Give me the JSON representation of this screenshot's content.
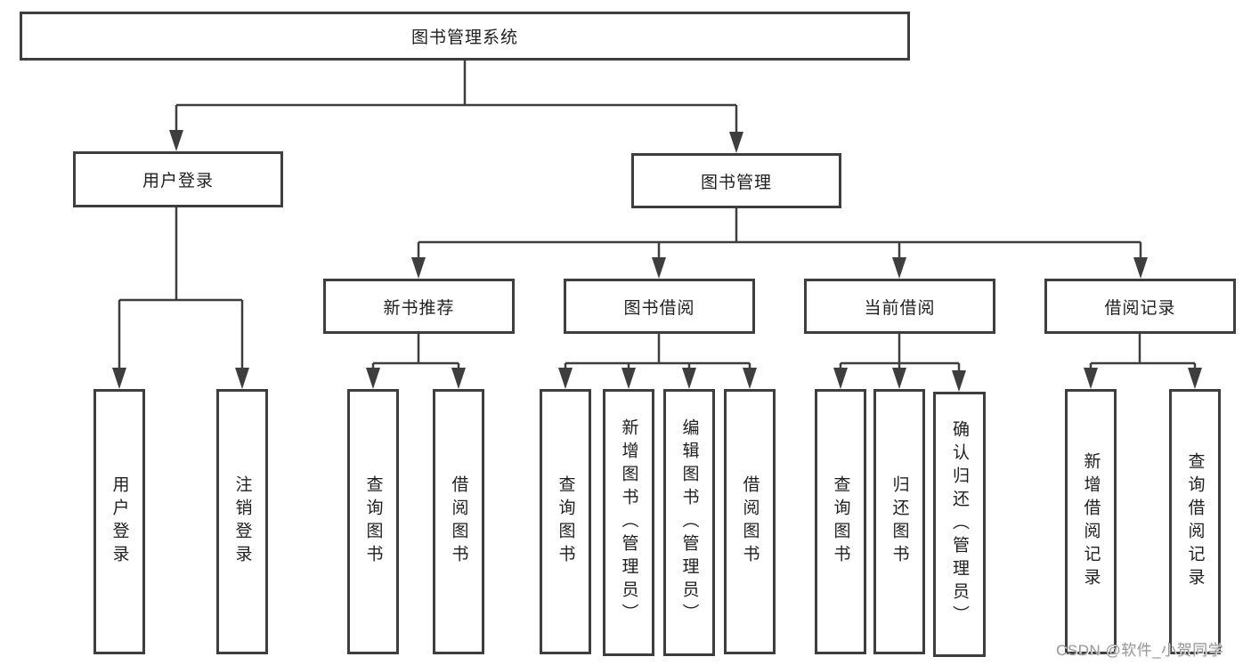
{
  "diagram": {
    "title": "图书管理系统",
    "colors": {
      "background": "#ffffff",
      "line": "#3e3e3e",
      "box_border": "#3e3e3e",
      "box_fill": "#ffffff",
      "text": "#1f1f1f",
      "watermark": "#9a9a9a"
    },
    "root": {
      "label": "图书管理系统"
    },
    "level2": {
      "user_login": {
        "label": "用户登录"
      },
      "book_management": {
        "label": "图书管理"
      }
    },
    "level3": {
      "new_book_recommend": {
        "label": "新书推荐"
      },
      "book_borrow": {
        "label": "图书借阅"
      },
      "current_borrow": {
        "label": "当前借阅"
      },
      "borrow_records": {
        "label": "借阅记录"
      }
    },
    "leaves": {
      "user_login": {
        "label": "用户登录"
      },
      "logout": {
        "label": "注销登录"
      },
      "query_books_recommend": {
        "label": "查询图书"
      },
      "borrow_books_recommend": {
        "label": "借阅图书"
      },
      "query_books_borrow": {
        "label": "查询图书"
      },
      "add_book_admin": {
        "label": "新增图书（管理员）"
      },
      "edit_book_admin": {
        "label": "编辑图书（管理员）"
      },
      "borrow_books_borrow": {
        "label": "借阅图书"
      },
      "query_books_current": {
        "label": "查询图书"
      },
      "return_book": {
        "label": "归还图书"
      },
      "confirm_return_admin": {
        "label": "确认归还（管理员）"
      },
      "add_borrow_record": {
        "label": "新增借阅记录"
      },
      "query_borrow_record": {
        "label": "查询借阅记录"
      }
    },
    "watermark": "CSDN @软件_小贺同学"
  }
}
